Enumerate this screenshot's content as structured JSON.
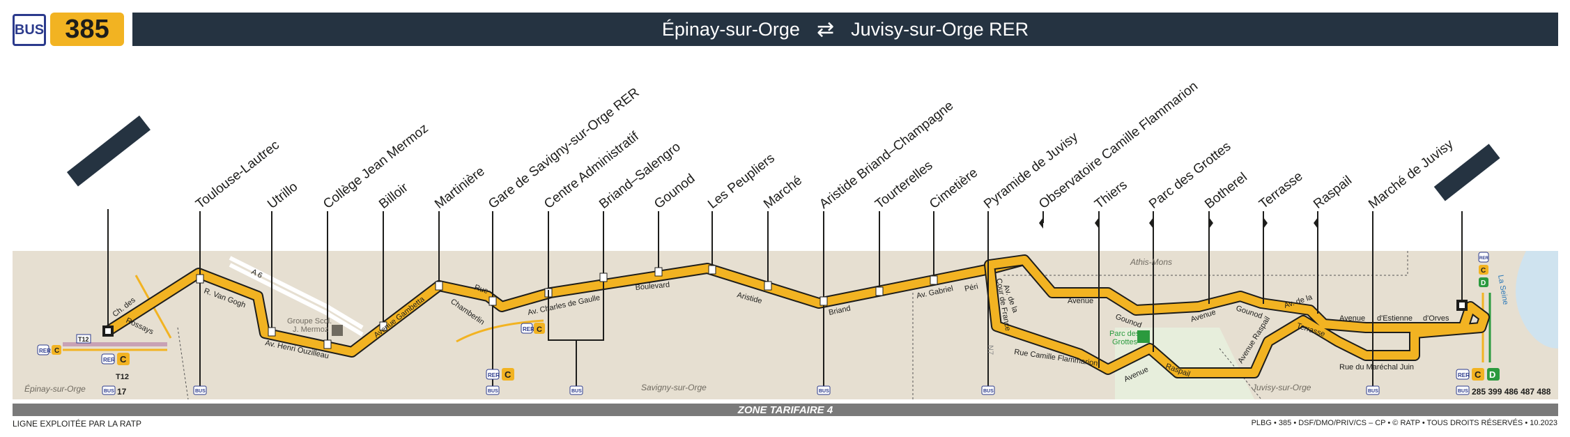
{
  "header": {
    "mode_label": "BUS",
    "line_number": "385",
    "terminus_from": "Épinay-sur-Orge",
    "terminus_to": "Juvisy-sur-Orge RER",
    "arrow": "⇄"
  },
  "colors": {
    "route": "#f2b322",
    "header_bg": "#253341",
    "map_bg": "#e6dfd1",
    "bus_blue": "#2b3a8c",
    "rer_d": "#2b9a3e",
    "seine": "#cfe3ef"
  },
  "stops": [
    "Épinay-sur-Orge",
    "Toulouse-Lautrec",
    "Utrillo",
    "Collège Jean Mermoz",
    "Billoir",
    "Martinière",
    "Gare de Savigny-sur-Orge RER",
    "Centre Administratif",
    "Briand–Salengro",
    "Gounod",
    "Les Peupliers",
    "Marché",
    "Aristide Briand–Champagne",
    "Tourterelles",
    "Cimetière",
    "Pyramide de Juvisy",
    "Observatoire Camille Flammarion",
    "Thiers",
    "Parc des Grottes",
    "Botherel",
    "Terrasse",
    "Raspail",
    "Marché de Juvisy",
    "Juvisy RER"
  ],
  "streets": {
    "ch_des": "Ch. des",
    "rossays": "Rossays",
    "r_van_gogh": "R. Van Gogh",
    "av_henri": "Av. Henri Ouzilleau",
    "groupe_scol": "Groupe Scol.",
    "j_mermoz": "J. Mermoz",
    "avenue_gambetta": "Avenue Gambetta",
    "rue": "Rue",
    "chamberlin": "Chamberlin",
    "av_charles": "Av. Charles de Gaulle",
    "boulevard": "Boulevard",
    "aristide": "Aristide",
    "briand": "Briand",
    "av_gabriel": "Av. Gabriel",
    "peri": "Péri",
    "cour_de_france": "Cour de France",
    "av_de_la": "Av. de la",
    "n7": "N7",
    "avenue1": "Avenue",
    "gounod1": "Gounod",
    "avenue2": "Avenue",
    "gounod2": "Gounod",
    "rue_camille": "Rue Camille Flammarion",
    "avenue3": "Avenue",
    "raspail": "Raspail",
    "avenue_raspail": "Avenue Raspail",
    "av_de_la2": "Av. de la",
    "terrasse": "Terrasse",
    "avenue4": "Avenue",
    "d_estienne": "d'Estienne",
    "d_orves": "d'Orves",
    "rue_marechal": "Rue du Maréchal Juin",
    "parc_grottes": "Parc des",
    "parc_grottes2": "Grottes",
    "a6": "A 6",
    "la_seine": "La Seine"
  },
  "areas": {
    "epinay": "Épinay-sur-Orge",
    "savigny": "Savigny-sur-Orge",
    "athis": "Athis-Mons",
    "juvisy": "Juvisy-sur-Orge"
  },
  "connections": {
    "rer": "RER",
    "bus": "BUS",
    "c": "C",
    "d": "D",
    "t12": "T12",
    "bus_17": "17",
    "bus_juvisy": "285 399 486 487 488"
  },
  "footer": {
    "zone": "ZONE TARIFAIRE 4",
    "operator": "LIGNE EXPLOITÉE PAR LA RATP",
    "credits": "PLBG • 385 • DSF/DMO/PRIV/CS – CP • © RATP • TOUS DROITS RÉSERVÉS • 10.2023"
  }
}
